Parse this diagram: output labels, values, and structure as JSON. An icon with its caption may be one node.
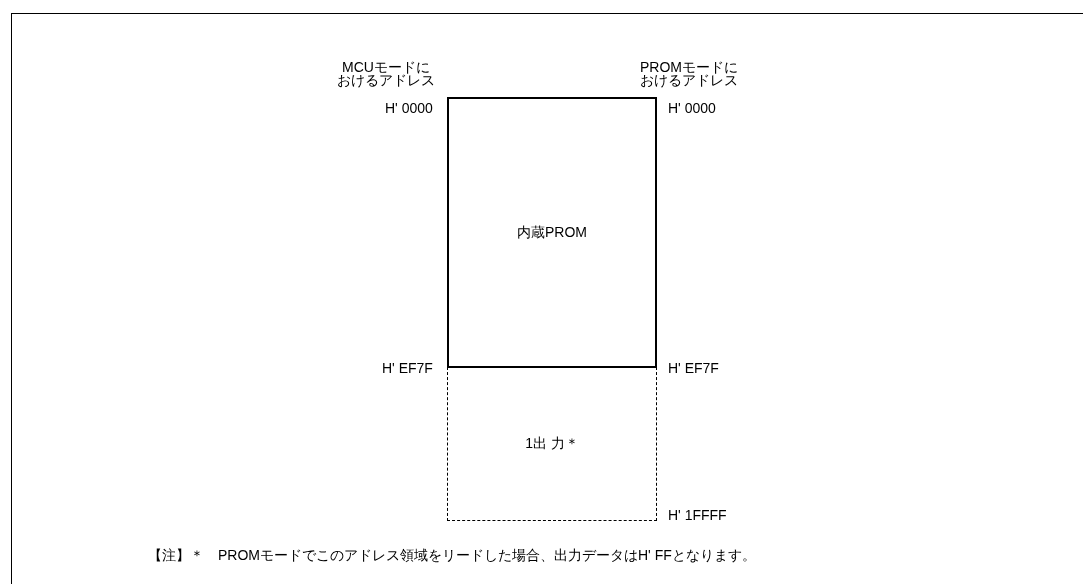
{
  "diagram": {
    "nodes": [
      {
        "text": [
          "内蔵PROM"
        ]
      },
      {
        "text": [
          "1出 力＊"
        ]
      }
    ],
    "labels": [
      "MCUモードにおけるアドレス",
      "PROMモードにおけるアドレス",
      "H' 0000",
      "H' 0000",
      "H' EF7F",
      "H' EF7F",
      "H' 1FFFF",
      "【注】＊　PROMモードでこのアドレス領域をリードした場合、出力データはH' FFとなります。"
    ]
  }
}
